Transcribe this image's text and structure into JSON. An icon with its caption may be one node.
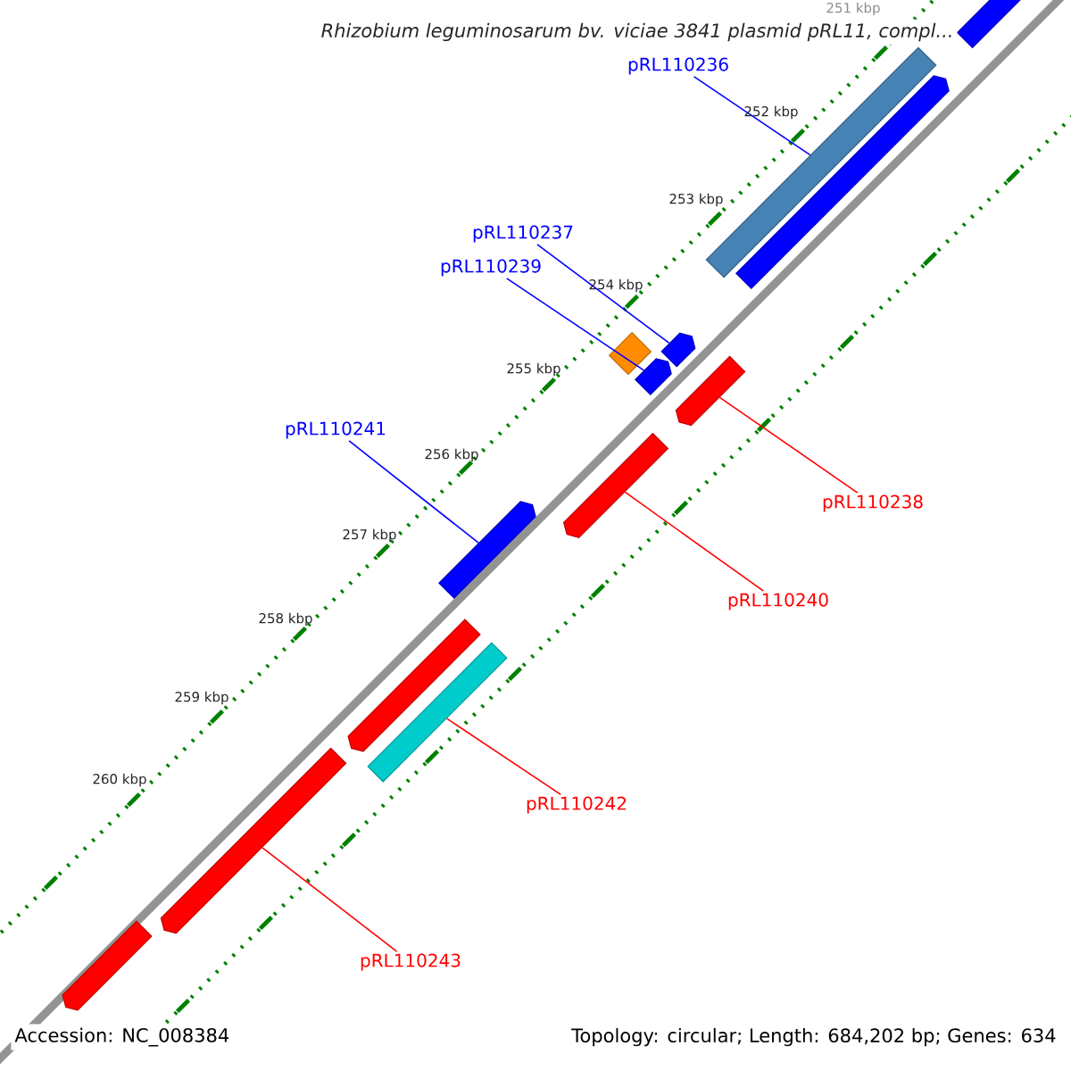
{
  "diagram": {
    "title": "Rhizobium leguminosarum bv. viciae 3841 plasmid pRL11, compl...",
    "nodes": [
      {
        "text": [
          "pRL110236"
        ]
      },
      {
        "text": [
          "pRL110237"
        ]
      },
      {
        "text": [
          "pRL110239"
        ]
      },
      {
        "text": [
          "pRL110241"
        ]
      },
      {
        "text": [
          "pRL110238"
        ]
      },
      {
        "text": [
          "pRL110240"
        ]
      },
      {
        "text": [
          "pRL110242"
        ]
      },
      {
        "text": [
          "pRL110243"
        ]
      },
      {
        "text": [],
        "shape": "arrow"
      },
      {
        "text": [],
        "shape": "bar"
      },
      {
        "text": [],
        "shape": "arrow"
      },
      {
        "text": [],
        "shape": "arrow"
      },
      {
        "text": [],
        "shape": "bar"
      },
      {
        "text": [],
        "shape": "arrow"
      },
      {
        "text": [],
        "shape": "arrow"
      },
      {
        "text": [],
        "shape": "arrow"
      },
      {
        "text": [],
        "shape": "arrow"
      },
      {
        "text": [],
        "shape": "arrow"
      },
      {
        "text": [],
        "shape": "bar"
      },
      {
        "text": [],
        "shape": "arrow"
      },
      {
        "text": [],
        "shape": "arrow"
      }
    ],
    "edges": [
      {
        "from": 0,
        "to": 9,
        "arrow": "none"
      },
      {
        "from": 1,
        "to": 11,
        "arrow": "none"
      },
      {
        "from": 2,
        "to": 13,
        "arrow": "none"
      },
      {
        "from": 3,
        "to": 16,
        "arrow": "none"
      },
      {
        "from": 4,
        "to": 14,
        "arrow": "none",
        "color": "#ff0000"
      },
      {
        "from": 5,
        "to": 15,
        "arrow": "none",
        "color": "#ff0000"
      },
      {
        "from": 6,
        "to": 18,
        "arrow": "none",
        "color": "#ff0000"
      },
      {
        "from": 7,
        "to": 19,
        "arrow": "none",
        "color": "#ff0000"
      }
    ],
    "labels": [
      "251 kbp",
      "252 kbp",
      "253 kbp",
      "254 kbp",
      "255 kbp",
      "256 kbp",
      "257 kbp",
      "258 kbp",
      "259 kbp",
      "260 kbp",
      "Accession: NC_008384",
      "Topology: circular; Length: 684,202 bp; Genes: 634"
    ]
  }
}
